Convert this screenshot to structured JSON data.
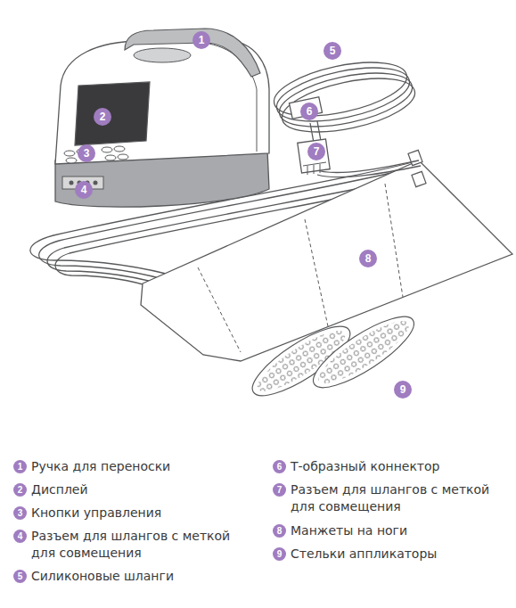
{
  "diagram": {
    "nodes": [
      {
        "text": [
          "1"
        ]
      },
      {
        "text": [
          "2"
        ]
      },
      {
        "text": [
          "3"
        ]
      },
      {
        "text": [
          "4"
        ]
      },
      {
        "text": [
          "5"
        ]
      },
      {
        "text": [
          "6"
        ]
      },
      {
        "text": [
          "7"
        ]
      },
      {
        "text": [
          "8"
        ]
      },
      {
        "text": [
          "9"
        ]
      },
      {
        "text": [
          "1",
          "Ручка для переноски"
        ]
      },
      {
        "text": [
          "2",
          "Дисплей"
        ]
      },
      {
        "text": [
          "3",
          "Кнопки управления"
        ]
      },
      {
        "text": [
          "4",
          "Разъем для шлангов с меткой для совмещения"
        ]
      },
      {
        "text": [
          "5",
          "Силиконовые шланги"
        ]
      },
      {
        "text": [
          "6",
          "Т-образный коннектор"
        ]
      },
      {
        "text": [
          "7",
          "Разъем для шлангов с меткой для совмещения"
        ]
      },
      {
        "text": [
          "8",
          "Манжеты на ноги"
        ]
      },
      {
        "text": [
          "9",
          "Стельки аппликаторы"
        ]
      }
    ]
  }
}
